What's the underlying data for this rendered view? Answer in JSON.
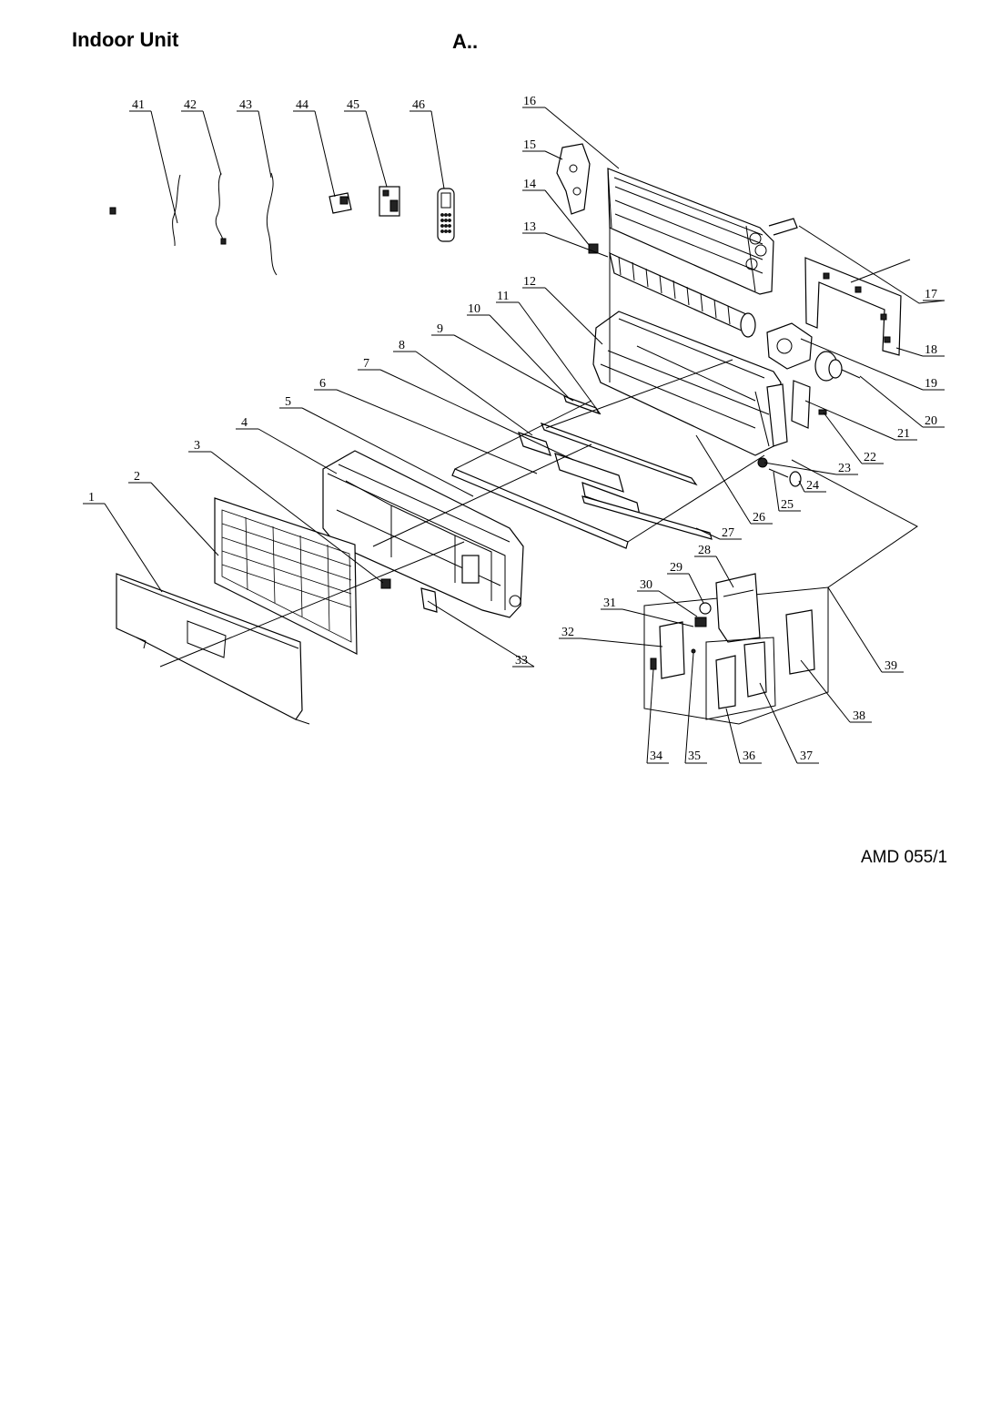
{
  "header": {
    "title": "Indoor Unit",
    "model": "A.."
  },
  "footer": {
    "doc_ref": "AMD 055/1"
  },
  "callouts": [
    "1",
    "2",
    "3",
    "4",
    "5",
    "6",
    "7",
    "8",
    "9",
    "10",
    "11",
    "12",
    "13",
    "14",
    "15",
    "16",
    "17",
    "18",
    "19",
    "20",
    "21",
    "22",
    "23",
    "24",
    "25",
    "26",
    "27",
    "28",
    "29",
    "30",
    "31",
    "32",
    "33",
    "34",
    "35",
    "36",
    "37",
    "38",
    "39",
    "41",
    "42",
    "43",
    "44",
    "45",
    "46"
  ]
}
